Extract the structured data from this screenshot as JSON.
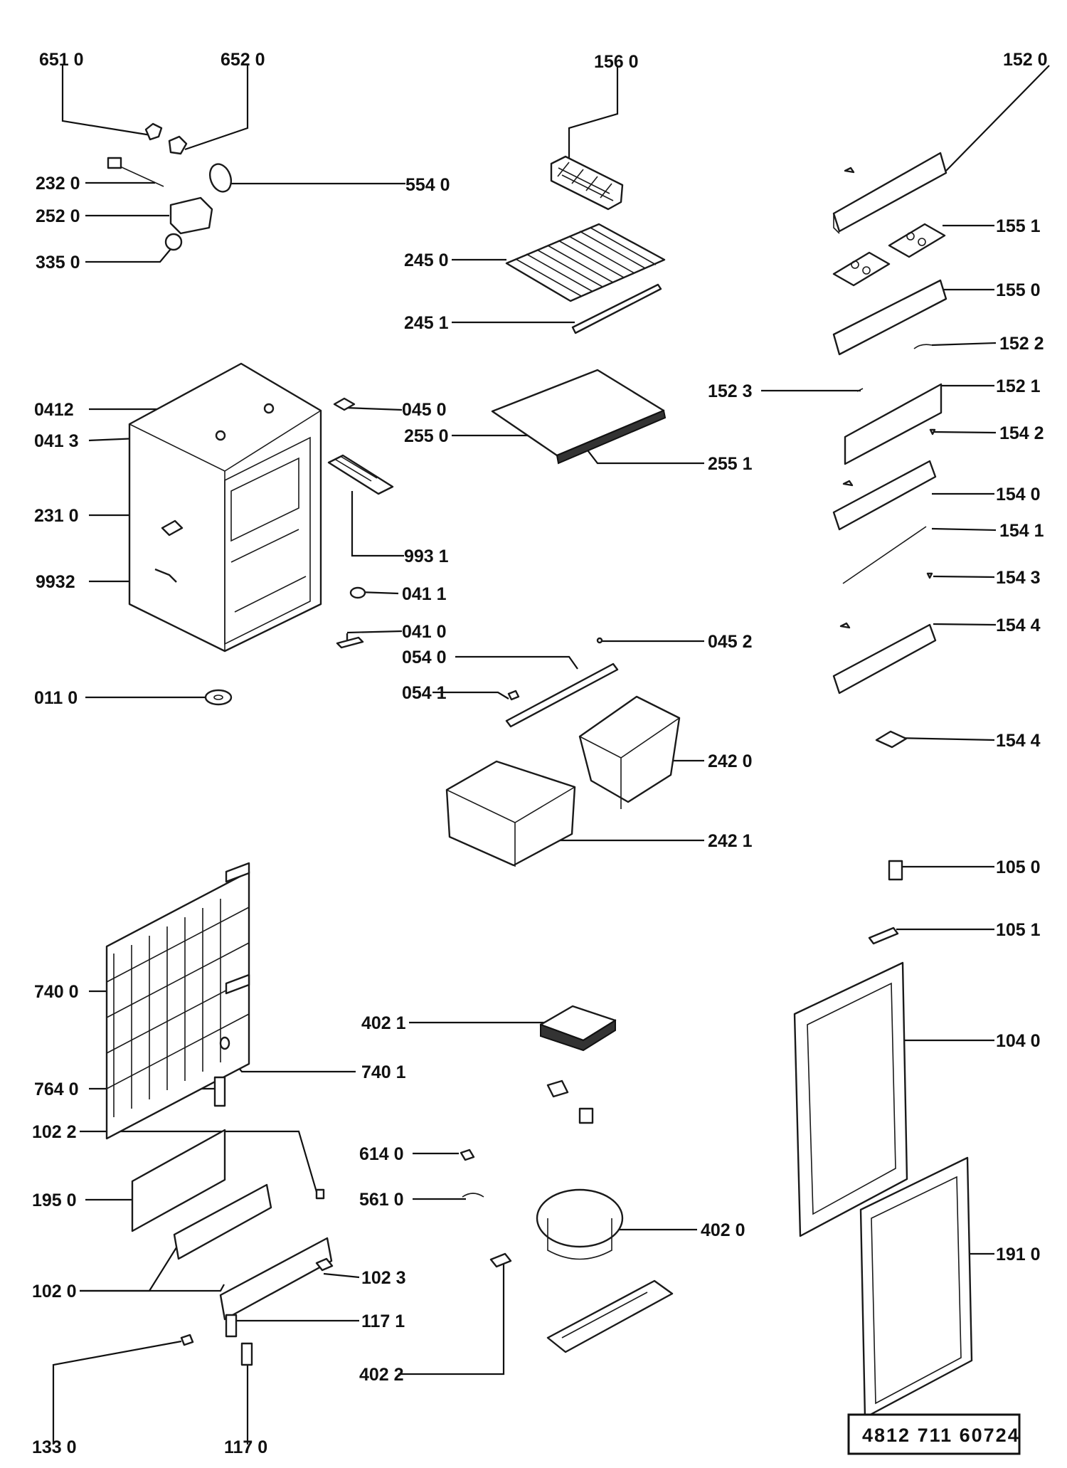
{
  "diagram": {
    "labels": {
      "p6510": "651 0",
      "p6520": "652 0",
      "p1560": "156 0",
      "p1520": "152 0",
      "p2320": "232 0",
      "p5540": "554 0",
      "p2520": "252 0",
      "p1551": "155 1",
      "p3350": "335 0",
      "p2450": "245 0",
      "p1550": "155 0",
      "p2451": "245 1",
      "p1522": "152 2",
      "p1523": "152 3",
      "p1521": "152 1",
      "p0412": "0412",
      "p0450": "045 0",
      "p0413": "041 3",
      "p2550": "255 0",
      "p1542": "154 2",
      "p2551": "255 1",
      "p1540": "154 0",
      "p2310": "231 0",
      "p1541": "154 1",
      "p9931": "993 1",
      "p9932": "9932",
      "p0411": "041 1",
      "p1543": "154 3",
      "p0410": "041 0",
      "p0540": "054 0",
      "p0452": "045 2",
      "p0541": "054 1",
      "p0110": "011 0",
      "p2420": "242 0",
      "p1544": "154 4",
      "p2421": "242 1",
      "p1050": "105 0",
      "p1051": "105 1",
      "p7400": "740 0",
      "p4021": "402 1",
      "p1040": "104 0",
      "p7401": "740 1",
      "p7640": "764 0",
      "p1022": "102 2",
      "p6140": "614 0",
      "p1950": "195 0",
      "p5610": "561 0",
      "p4020": "402 0",
      "p1910": "191 0",
      "p1020": "102 0",
      "p1023": "102 3",
      "p1171": "117 1",
      "p4022": "402 2",
      "p1330": "133 0",
      "p1170": "117 0"
    },
    "ref_box": "4812   711   60724"
  }
}
